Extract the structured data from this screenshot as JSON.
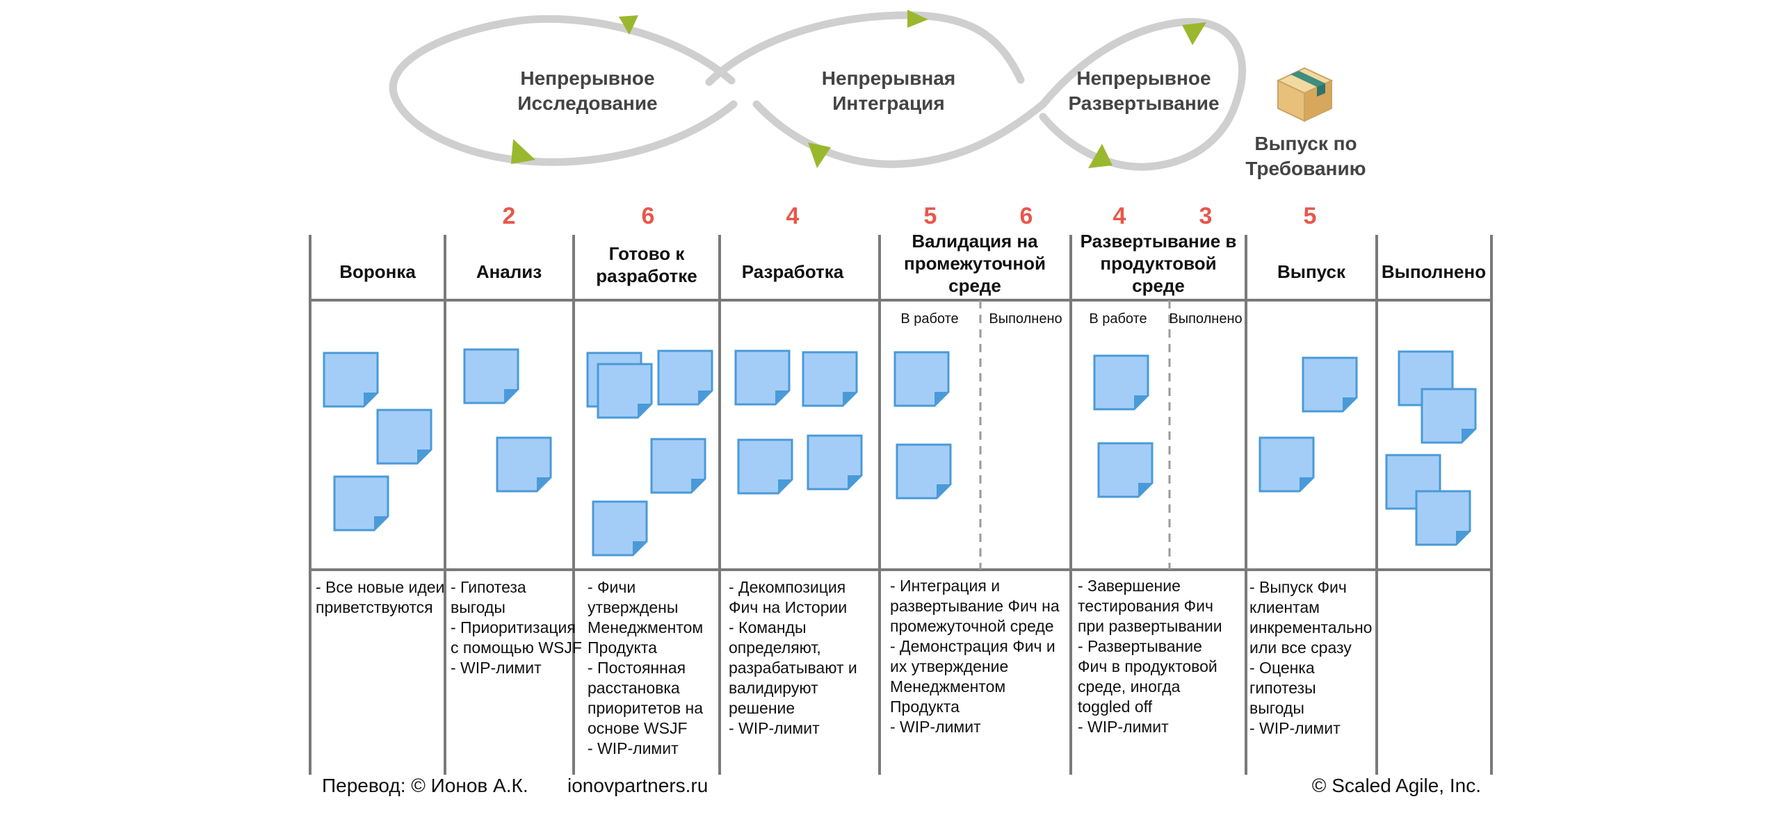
{
  "loop": {
    "exploration": [
      "Непрерывное",
      "Исследование"
    ],
    "integration": [
      "Непрерывная",
      "Интеграция"
    ],
    "deployment": [
      "Непрерывное",
      "Развертывание"
    ],
    "release": [
      "Выпуск по",
      "Требованию"
    ]
  },
  "colors": {
    "loop": "#cfcfcf",
    "arrow": "#9ab82e",
    "wip": "#e8574a",
    "grid": "#7a7a7a",
    "sticky": "#a3cdf7",
    "sticky_border": "#4a9ad8"
  },
  "wip_limits": {
    "analysis": "2",
    "ready": "6",
    "development": "4",
    "staging_validation_wip": "5",
    "staging_validation_done": "6",
    "production_wip": "4",
    "production_done": "3",
    "release": "5"
  },
  "columns": [
    {
      "id": "funnel",
      "title": [
        "Воронка"
      ]
    },
    {
      "id": "analysis",
      "title": [
        "Анализ"
      ]
    },
    {
      "id": "ready",
      "title": [
        "Готово к",
        "разработке"
      ]
    },
    {
      "id": "development",
      "title": [
        "Разработка"
      ]
    },
    {
      "id": "staging",
      "title": [
        "Валидация на",
        "промежуточной",
        "среде"
      ]
    },
    {
      "id": "production",
      "title": [
        "Развертывание в",
        "продуктовой",
        "среде"
      ]
    },
    {
      "id": "release",
      "title": [
        "Выпуск"
      ]
    },
    {
      "id": "done",
      "title": [
        "Выполнено"
      ]
    }
  ],
  "sub_labels": {
    "in_progress": "В работе",
    "done": "Выполнено"
  },
  "descriptions": {
    "funnel": [
      "- Все новые идеи",
      "приветствуются"
    ],
    "analysis": [
      "- Гипотеза",
      "выгоды",
      "- Приоритизация",
      "с помощью WSJF",
      "- WIP-лимит"
    ],
    "ready": [
      "- Фичи",
      "утверждены",
      "Менеджментом",
      "Продукта",
      "- Постоянная",
      "расстановка",
      "приоритетов на",
      "основе WSJF",
      "- WIP-лимит"
    ],
    "development": [
      "-  Декомпозиция",
      "Фич на Истории",
      "- Команды",
      "определяют,",
      "разрабатывают и",
      "валидируют",
      "решение",
      "- WIP-лимит"
    ],
    "staging": [
      "- Интеграция и",
      "развертывание Фич на",
      "промежуточной среде",
      "- Демонстрация Фич и",
      "их утверждение",
      "Менеджментом",
      "Продукта",
      "- WIP-лимит"
    ],
    "production": [
      "- Завершение",
      "тестирования Фич",
      "при развертывании",
      "- Развертывание",
      "Фич в продуктовой",
      "среде, иногда",
      "toggled off",
      "- WIP-лимит"
    ],
    "release": [
      "- Выпуск Фич",
      "клиентам",
      "инкрементально",
      "или все сразу",
      "- Оценка",
      "гипотезы",
      "выгоды",
      "- WIP-лимит"
    ]
  },
  "footer": {
    "translation": "Перевод: © Ионов А.К.",
    "site": "ionovpartners.ru",
    "copyright": "© Scaled Agile,  Inc."
  }
}
